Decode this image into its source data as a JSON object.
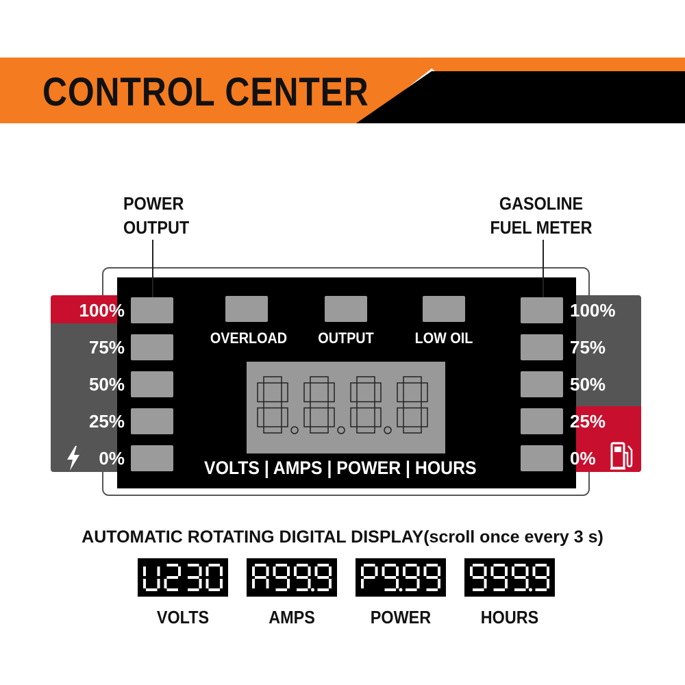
{
  "header": {
    "title": "CONTROL CENTER"
  },
  "callouts": {
    "power_output": [
      "POWER",
      "OUTPUT"
    ],
    "fuel_meter": [
      "GASOLINE",
      "FUEL METER"
    ]
  },
  "power_scale": [
    "100%",
    "75%",
    "50%",
    "25%",
    "0%"
  ],
  "fuel_scale": [
    "100%",
    "75%",
    "50%",
    "25%",
    "0%"
  ],
  "indicators": [
    "OVERLOAD",
    "OUTPUT",
    "LOW OIL"
  ],
  "display_modes": "VOLTS |  AMPS | POWER | HOURS",
  "auto_display": "AUTOMATIC ROTATING DIGITAL DISPLAY(scroll once every 3 s)",
  "readouts": [
    {
      "value": "U230",
      "label": "VOLTS"
    },
    {
      "value": "A99.9",
      "label": "AMPS"
    },
    {
      "value": "P9.99",
      "label": "POWER"
    },
    {
      "value": "999.9",
      "label": "HOURS"
    }
  ],
  "icons": {
    "power": "lightning-bolt-icon",
    "fuel": "fuel-pump-icon"
  },
  "colors": {
    "accent": "#f47b20",
    "alert": "#c8102e",
    "panel": "#000000",
    "led": "#9b9b9b"
  }
}
